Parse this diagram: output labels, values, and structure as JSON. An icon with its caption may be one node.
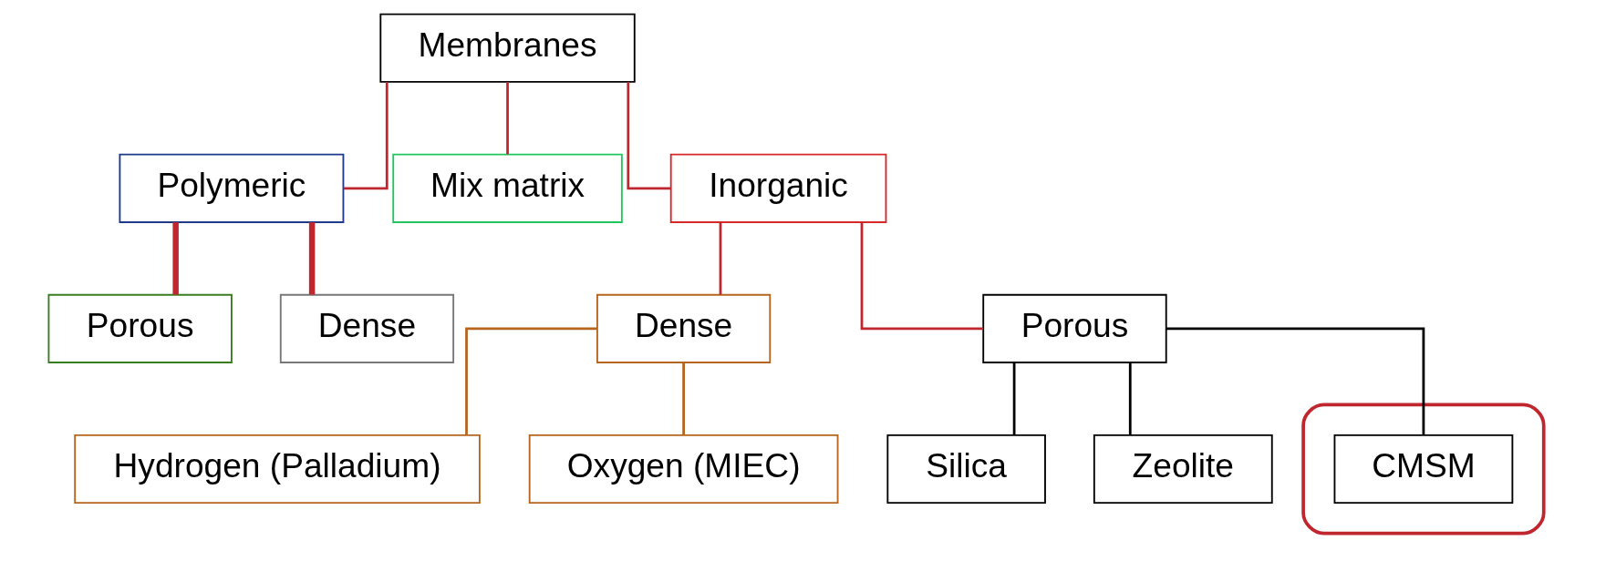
{
  "diagram": {
    "nodes": [
      {
        "text": [
          "Membranes"
        ]
      },
      {
        "text": [
          "Polymeric"
        ]
      },
      {
        "text": [
          "Mix matrix"
        ]
      },
      {
        "text": [
          "Inorganic"
        ]
      },
      {
        "text": [
          "Porous"
        ]
      },
      {
        "text": [
          "Dense"
        ]
      },
      {
        "text": [
          "Dense"
        ]
      },
      {
        "text": [
          "Porous"
        ]
      },
      {
        "text": [
          "Hydrogen (Palladium)"
        ]
      },
      {
        "text": [
          "Oxygen (MIEC)"
        ]
      },
      {
        "text": [
          "Silica"
        ]
      },
      {
        "text": [
          "Zeolite"
        ]
      },
      {
        "text": [],
        "shape": "ellipse"
      },
      {
        "text": [
          "CMSM"
        ],
        "in": 12
      }
    ],
    "edges": [
      {
        "from": 0,
        "to": 1,
        "arrow": "none"
      },
      {
        "from": 0,
        "to": 2,
        "arrow": "none"
      },
      {
        "from": 0,
        "to": 3,
        "arrow": "none"
      },
      {
        "from": 1,
        "to": 4,
        "arrow": "none",
        "style": "thick"
      },
      {
        "from": 1,
        "to": 5,
        "arrow": "none",
        "style": "thick"
      },
      {
        "from": 3,
        "to": 6,
        "arrow": "none"
      },
      {
        "from": 3,
        "to": 7,
        "arrow": "none"
      },
      {
        "from": 6,
        "to": 8,
        "arrow": "none",
        "color": "#b5651d"
      },
      {
        "from": 6,
        "to": 9,
        "arrow": "none",
        "color": "#b5651d"
      },
      {
        "from": 7,
        "to": 10,
        "arrow": "none",
        "color": "#000000"
      },
      {
        "from": 7,
        "to": 11,
        "arrow": "none",
        "color": "#000000"
      },
      {
        "from": 7,
        "to": 13,
        "arrow": "none",
        "color": "#000000"
      }
    ]
  }
}
